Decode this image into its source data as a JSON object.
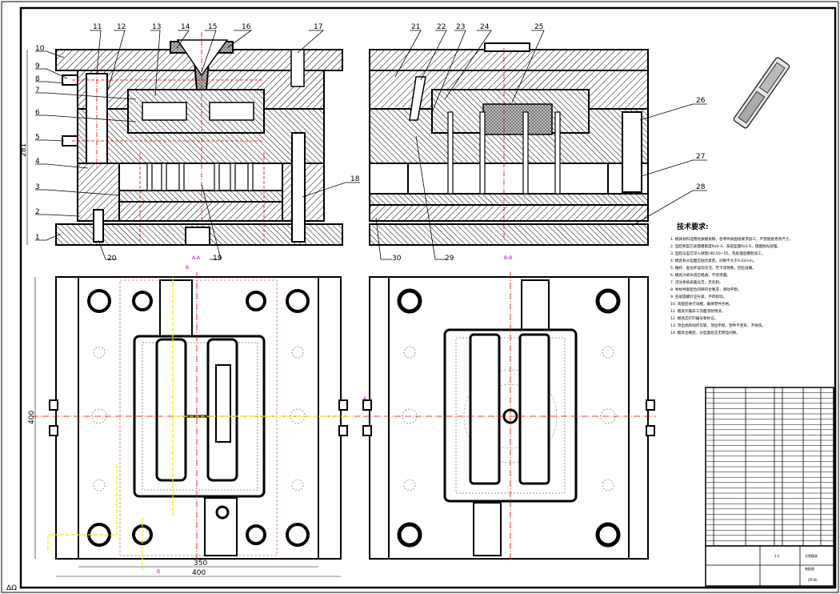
{
  "drawing": {
    "corner_mark": "ΔΩ",
    "part_numbers_top": [
      "11",
      "12",
      "13",
      "14",
      "15",
      "16",
      "17"
    ],
    "part_numbers_left": [
      "10",
      "9",
      "8",
      "7",
      "6",
      "5",
      "4",
      "3",
      "2",
      "1"
    ],
    "part_numbers_bottom": [
      "20",
      "19",
      "30",
      "29"
    ],
    "part_numbers_right_top": [
      "21",
      "22",
      "23",
      "24",
      "25"
    ],
    "part_numbers_right": [
      "26",
      "27",
      "28"
    ],
    "part_number_18": "18",
    "section_label_left": "A-A",
    "section_label_right": "B-B",
    "dim_height": "281",
    "dim_width_plan": "400",
    "dim_inner_width": "350",
    "dim_outer_width": "400",
    "cutting_plane_A": "A",
    "cutting_plane_B": "B",
    "tech_title": "技术要求:",
    "tech_notes": [
      "1. 模具材料选用优质模具钢，各零件按图纸要求加工，严禁随意更改尺寸。",
      "2. 型腔和型芯表面粗糙度Ra0.4，非成型面Ra1.6，镜面抛光处理。",
      "3. 型腔与型芯淬火硬度HRC50~55，热处理后磨削加工。",
      "4. 模具各分型面应贴合紧密，间隙不大于0.02mm。",
      "5. 推杆、复位杆运动灵活，无卡滞现象，回位准确。",
      "6. 模具冷却水道应畅通，不得渗漏。",
      "7. 浇注系统表面光洁，无毛刺。",
      "8. 导柱导套配合间隙符合要求，滑动平稳。",
      "9. 各紧固螺钉应拧紧，不得松动。",
      "10. 装配后进行试模，确保塑件合格。",
      "11. 模具外露非工作面涂防锈漆。",
      "12. 模具应打印编号和标记。",
      "13. 顶出机构动作可靠，顶出平稳，塑件不变形、不损伤。",
      "14. 模具合模后，分型面处应无明显间隙。"
    ],
    "title_block": {
      "drawing_name": "注塑模具",
      "drawing_no": "ZP-00",
      "scale": "1:1",
      "sheet_label": "装配图"
    }
  }
}
